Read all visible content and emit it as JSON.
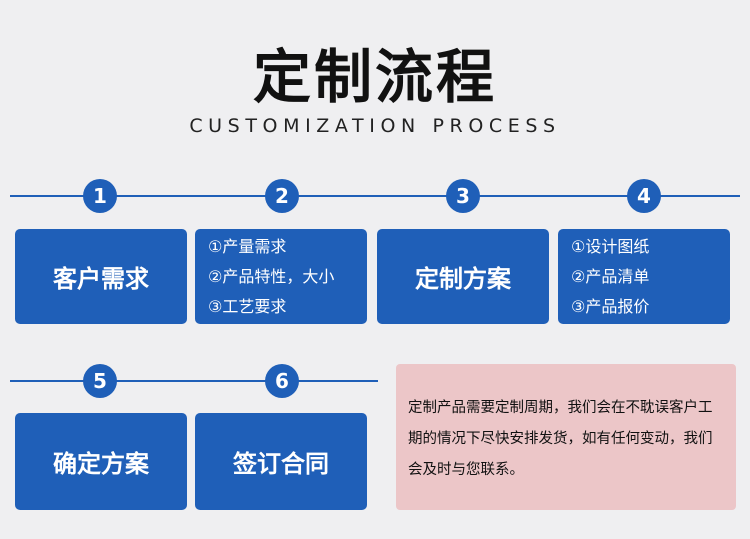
{
  "header": {
    "title": "定制流程",
    "subtitle": "CUSTOMIZATION PROCESS"
  },
  "steps": [
    {
      "number": "1",
      "label": "客户需求"
    },
    {
      "number": "2",
      "items": [
        "①产量需求",
        "②产品特性，大小",
        "③工艺要求"
      ]
    },
    {
      "number": "3",
      "label": "定制方案"
    },
    {
      "number": "4",
      "items": [
        "①设计图纸",
        "②产品清单",
        "③产品报价"
      ]
    },
    {
      "number": "5",
      "label": "确定方案"
    },
    {
      "number": "6",
      "label": "签订合同"
    }
  ],
  "note": {
    "text": "定制产品需要定制周期，我们会在不耽误客户工期的情况下尽快安排发货，如有任何变动，我们会及时与您联系。"
  },
  "colors": {
    "accent": "#1f5fb8",
    "note_bg": "#ecc6c8",
    "page_bg": "#efeff1"
  }
}
